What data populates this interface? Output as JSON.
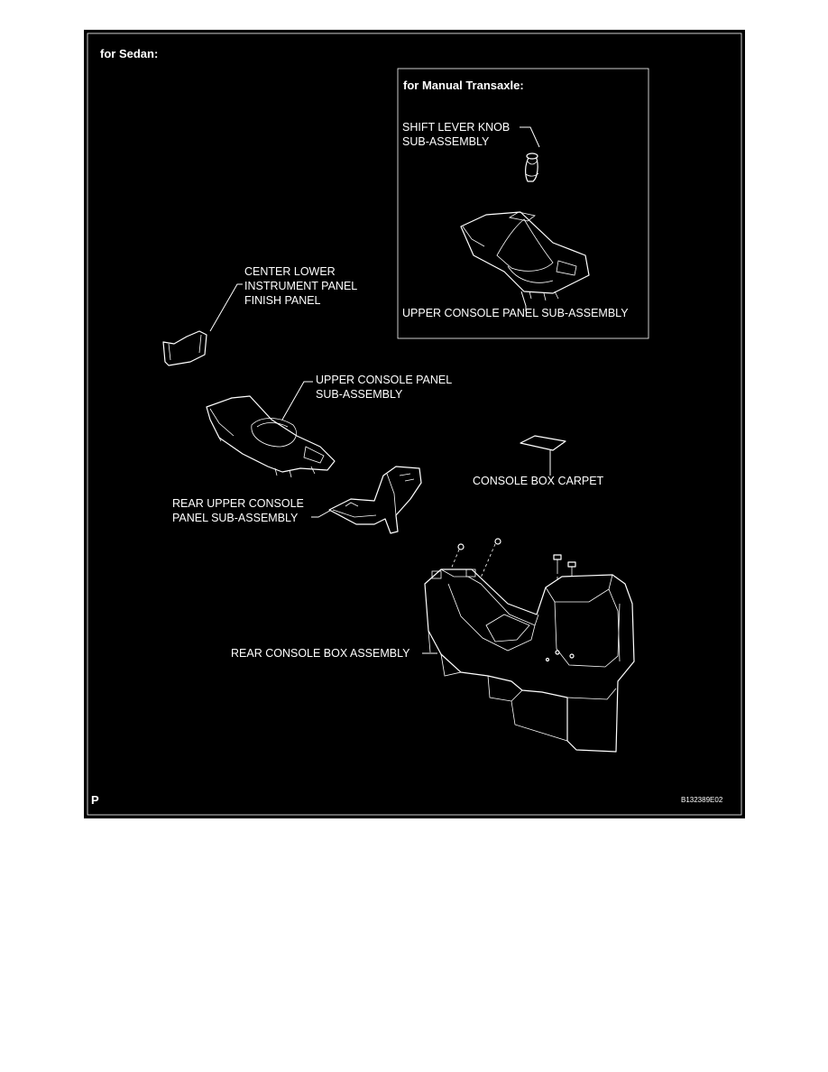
{
  "section_title": "for Sedan:",
  "inset_title": "for Manual Transaxle:",
  "corner_mark": "P",
  "figure_code": "B132389E02",
  "labels": {
    "shift_knob": [
      "SHIFT LEVER KNOB",
      "SUB-ASSEMBLY"
    ],
    "upper_console_mt": "UPPER CONSOLE PANEL SUB-ASSEMBLY",
    "center_lower_finish": [
      "CENTER LOWER",
      "INSTRUMENT PANEL",
      "FINISH PANEL"
    ],
    "upper_console": [
      "UPPER CONSOLE PANEL",
      "SUB-ASSEMBLY"
    ],
    "console_carpet": "CONSOLE BOX CARPET",
    "rear_upper_console": [
      "REAR UPPER CONSOLE",
      "PANEL SUB-ASSEMBLY"
    ],
    "rear_console_box": "REAR CONSOLE BOX ASSEMBLY"
  }
}
